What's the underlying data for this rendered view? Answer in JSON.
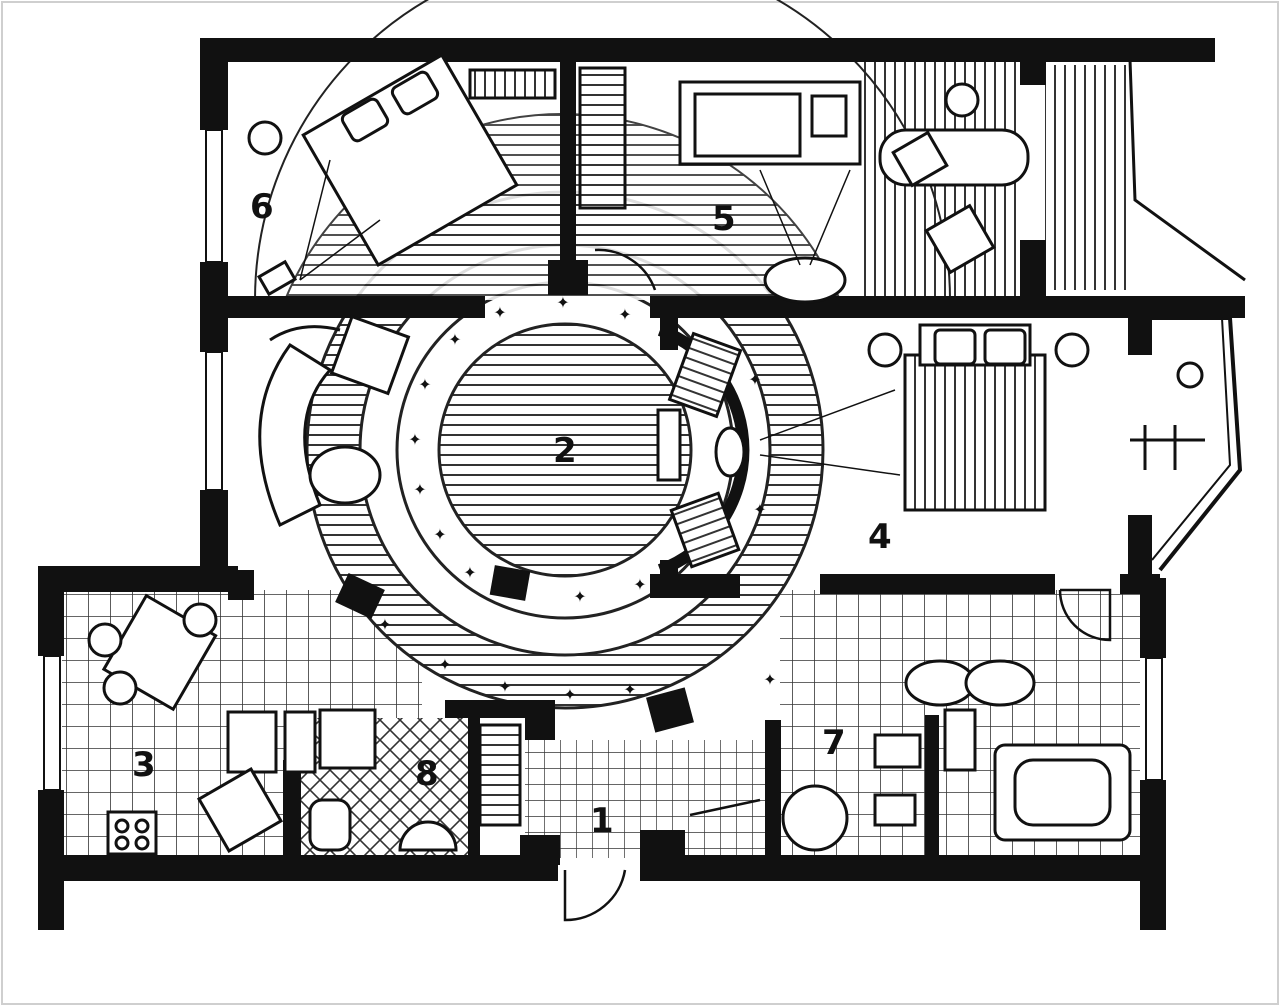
{
  "colors": {
    "wall": "#111111",
    "line": "#222222",
    "background": "#ffffff",
    "hatch": "#444444"
  },
  "rooms": [
    {
      "id": "room-1",
      "label": "1"
    },
    {
      "id": "room-2",
      "label": "2"
    },
    {
      "id": "room-3",
      "label": "3"
    },
    {
      "id": "room-4",
      "label": "4"
    },
    {
      "id": "room-5",
      "label": "5"
    },
    {
      "id": "room-6",
      "label": "6"
    },
    {
      "id": "room-7",
      "label": "7"
    },
    {
      "id": "room-8",
      "label": "8"
    }
  ]
}
